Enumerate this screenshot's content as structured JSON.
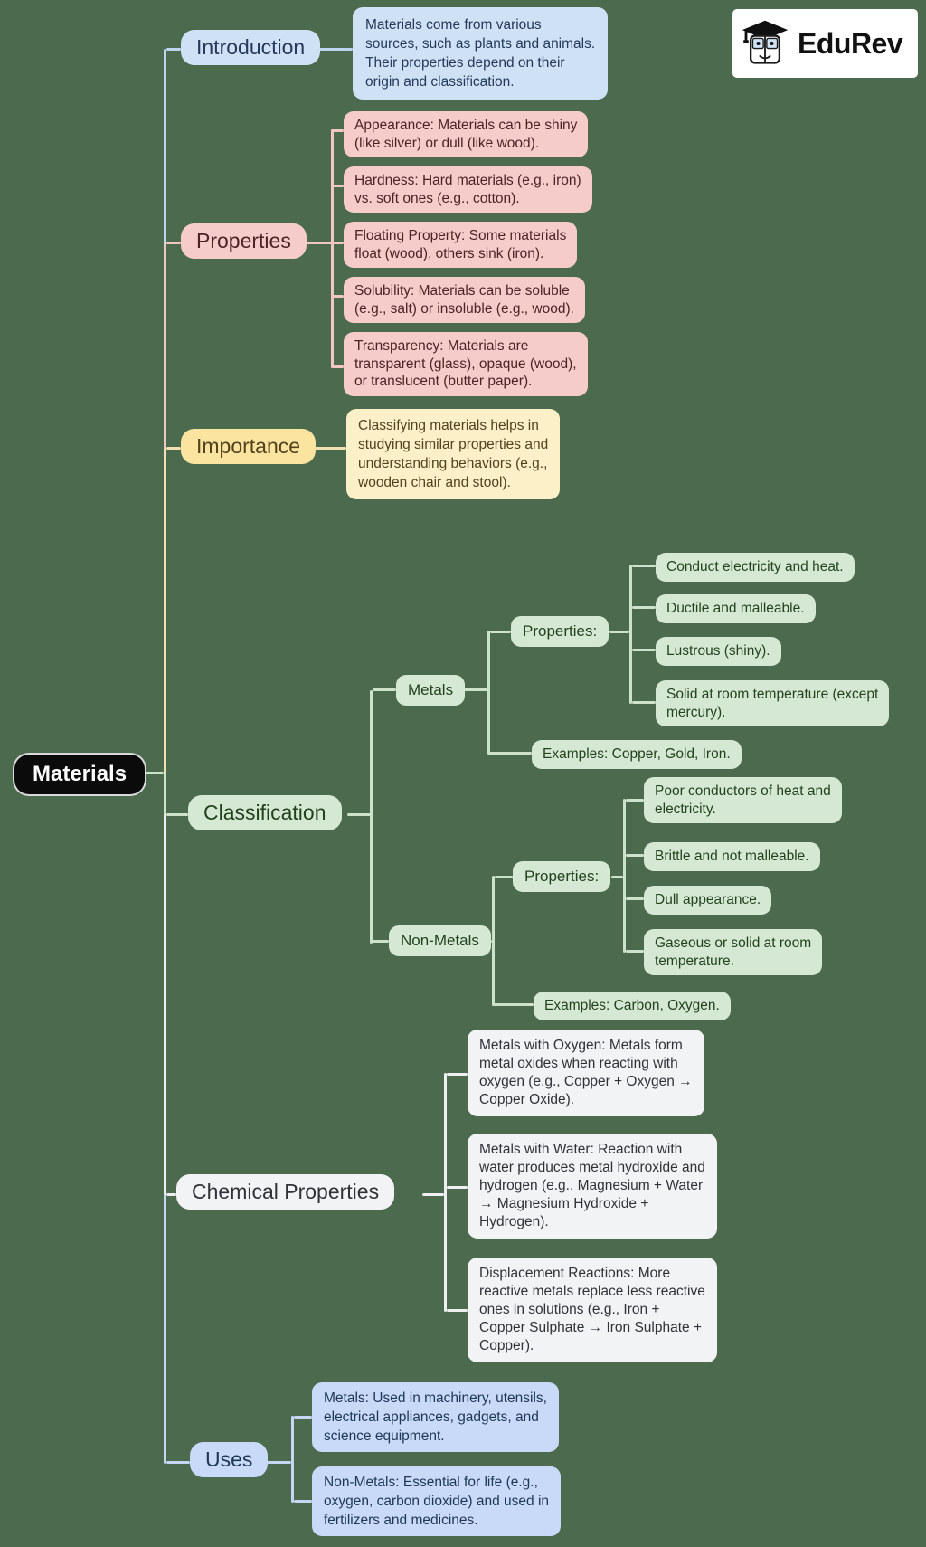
{
  "canvas": {
    "background": "#4c6b4e"
  },
  "logo": {
    "text": "EduRev",
    "icon": "graduation-cap-book-mascot"
  },
  "root": {
    "label": "Materials",
    "background": "#000000",
    "text_color": "#ffffff"
  },
  "nodes": {
    "introduction": {
      "label": "Introduction",
      "color": "#cfe2f5",
      "note": "Materials come from various\nsources, such as plants and animals.\nTheir properties depend on their\norigin and classification."
    },
    "properties": {
      "label": "Properties",
      "color": "#f6cccb",
      "notes": [
        "Appearance: Materials can be shiny\n(like silver) or dull (like wood).",
        "Hardness: Hard materials (e.g., iron)\nvs. soft ones (e.g., cotton).",
        "Floating Property: Some materials\nfloat (wood), others sink (iron).",
        "Solubility: Materials can be soluble\n(e.g., salt) or insoluble (e.g., wood).",
        "Transparency: Materials are\ntransparent (glass), opaque (wood),\nor translucent (butter paper)."
      ]
    },
    "importance": {
      "label": "Importance",
      "color": "#fbe3a0",
      "note": "Classifying materials helps in\nstudying similar properties and\nunderstanding behaviors (e.g.,\nwooden chair and stool)."
    },
    "classification": {
      "label": "Classification",
      "color": "#d5e8d4",
      "metals": {
        "label": "Metals",
        "properties_label": "Properties:",
        "properties": [
          "Conduct electricity and heat.",
          "Ductile and malleable.",
          "Lustrous (shiny).",
          "Solid at room temperature (except\nmercury)."
        ],
        "examples": "Examples: Copper, Gold, Iron."
      },
      "non_metals": {
        "label": "Non-Metals",
        "properties_label": "Properties:",
        "properties": [
          "Poor conductors of heat and\nelectricity.",
          "Brittle and not malleable.",
          "Dull appearance.",
          "Gaseous or solid at room\ntemperature."
        ],
        "examples": "Examples: Carbon, Oxygen."
      }
    },
    "chemical_properties": {
      "label": "Chemical Properties",
      "color": "#f2f3f4",
      "notes": [
        "Metals with Oxygen: Metals form\nmetal oxides when reacting with\noxygen (e.g., Copper + Oxygen →\nCopper Oxide).",
        "Metals with Water: Reaction with\nwater produces metal hydroxide and\nhydrogen (e.g., Magnesium + Water\n→ Magnesium Hydroxide +\nHydrogen).",
        "Displacement Reactions: More\nreactive metals replace less reactive\nones in solutions (e.g., Iron +\nCopper Sulphate → Iron Sulphate +\nCopper)."
      ]
    },
    "uses": {
      "label": "Uses",
      "color": "#c8daf7",
      "notes": [
        "Metals: Used in machinery, utensils,\nelectrical appliances, gadgets, and\nscience equipment.",
        "Non-Metals: Essential for life (e.g.,\noxygen, carbon dioxide) and used in\nfertilizers and medicines."
      ]
    }
  }
}
